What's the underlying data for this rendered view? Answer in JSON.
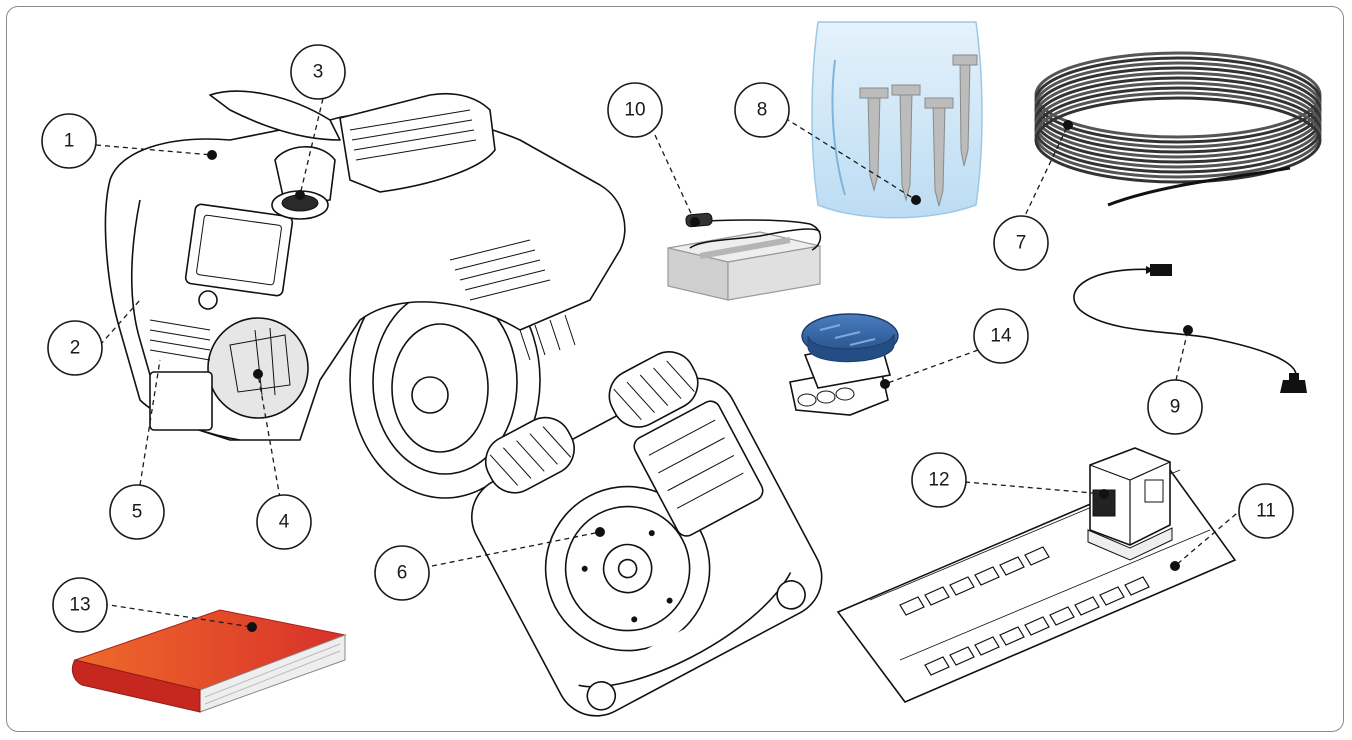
{
  "title": "",
  "colors": {
    "frame": "#8a8a8a",
    "ink": "#111111",
    "manual_red": "#d8302a",
    "manual_orange": "#ef6a2a",
    "connector_blue": "#2f5f9e",
    "peg_bag": "#cfe6f7",
    "wire_coil": "#555555"
  },
  "callouts": [
    {
      "id": "1",
      "label": "1"
    },
    {
      "id": "2",
      "label": "2"
    },
    {
      "id": "3",
      "label": "3"
    },
    {
      "id": "4",
      "label": "4"
    },
    {
      "id": "5",
      "label": "5"
    },
    {
      "id": "6",
      "label": "6"
    },
    {
      "id": "7",
      "label": "7"
    },
    {
      "id": "8",
      "label": "8"
    },
    {
      "id": "9",
      "label": "9"
    },
    {
      "id": "10",
      "label": "10"
    },
    {
      "id": "11",
      "label": "11"
    },
    {
      "id": "12",
      "label": "12"
    },
    {
      "id": "13",
      "label": "13"
    },
    {
      "id": "14",
      "label": "14"
    }
  ],
  "components": [
    {
      "name": "robotic-mower-top-view",
      "icon": "robotic-mower-icon"
    },
    {
      "name": "robotic-mower-underside",
      "icon": "mower-underside-icon"
    },
    {
      "name": "boundary-wire-coil",
      "icon": "wire-coil-icon"
    },
    {
      "name": "wire-pegs-bag",
      "icon": "pegs-bag-icon"
    },
    {
      "name": "extension-cable",
      "icon": "cable-icon"
    },
    {
      "name": "power-supply-brick",
      "icon": "power-supply-icon"
    },
    {
      "name": "charging-station-plate",
      "icon": "charging-plate-icon"
    },
    {
      "name": "charging-station-unit",
      "icon": "charging-unit-icon"
    },
    {
      "name": "operator-manual",
      "icon": "manual-book-icon"
    },
    {
      "name": "wire-connector",
      "icon": "wire-connector-icon"
    }
  ]
}
